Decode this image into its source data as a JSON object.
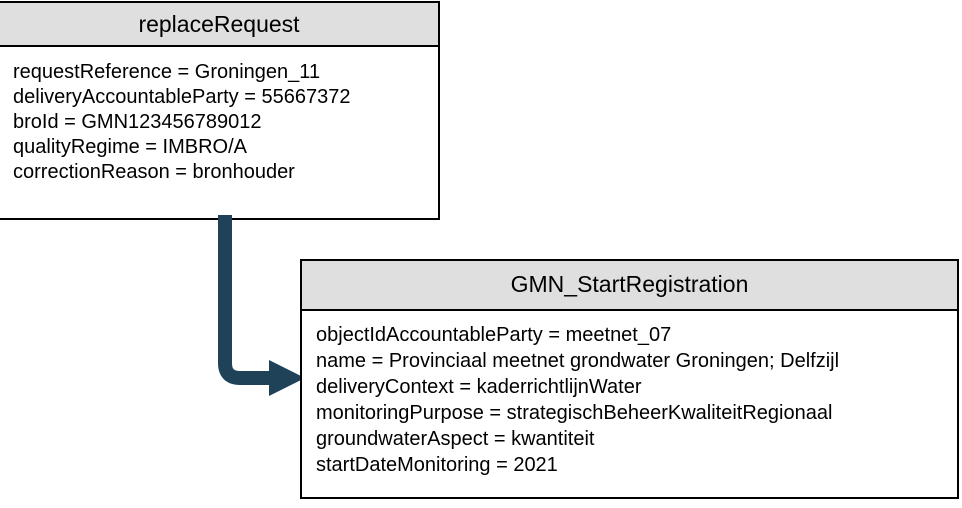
{
  "diagram": {
    "type": "uml-object-diagram",
    "background_color": "#ffffff",
    "box_header_color": "#dfdfdf",
    "box_border_color": "#000000",
    "connector_color": "#1f4258",
    "boxes": [
      {
        "id": "replaceRequest",
        "title": "replaceRequest",
        "attributes": [
          "requestReference = Groningen_11",
          "deliveryAccountableParty = 55667372",
          "broId = GMN123456789012",
          "qualityRegime = IMBRO/A",
          "correctionReason = bronhouder"
        ]
      },
      {
        "id": "GMN_StartRegistration",
        "title": "GMN_StartRegistration",
        "attributes": [
          "objectIdAccountableParty = meetnet_07",
          "name = Provinciaal meetnet grondwater Groningen; Delfzijl",
          "deliveryContext = kaderrichtlijnWater",
          "monitoringPurpose = strategischBeheerKwaliteitRegionaal",
          "groundwaterAspect = kwantiteit",
          "startDateMonitoring = 2021"
        ]
      }
    ],
    "connectors": [
      {
        "id": "replaceRequest-to-GMN_StartRegistration",
        "from": "replaceRequest",
        "to": "GMN_StartRegistration",
        "style": "elbow-arrow",
        "arrowhead": "solid-triangle",
        "color": "#1f4258"
      }
    ]
  }
}
